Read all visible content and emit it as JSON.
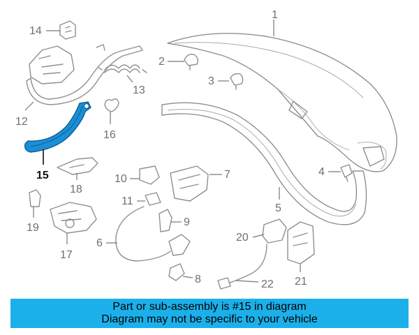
{
  "callouts": [
    {
      "id": "1",
      "label": "1"
    },
    {
      "id": "2",
      "label": "2"
    },
    {
      "id": "3",
      "label": "3"
    },
    {
      "id": "4",
      "label": "4"
    },
    {
      "id": "5",
      "label": "5"
    },
    {
      "id": "6",
      "label": "6"
    },
    {
      "id": "7",
      "label": "7"
    },
    {
      "id": "8",
      "label": "8"
    },
    {
      "id": "9",
      "label": "9"
    },
    {
      "id": "10",
      "label": "10"
    },
    {
      "id": "11",
      "label": "11"
    },
    {
      "id": "12",
      "label": "12"
    },
    {
      "id": "13",
      "label": "13"
    },
    {
      "id": "14",
      "label": "14"
    },
    {
      "id": "15",
      "label": "15"
    },
    {
      "id": "16",
      "label": "16"
    },
    {
      "id": "17",
      "label": "17"
    },
    {
      "id": "18",
      "label": "18"
    },
    {
      "id": "19",
      "label": "19"
    },
    {
      "id": "20",
      "label": "20"
    },
    {
      "id": "21",
      "label": "21"
    },
    {
      "id": "22",
      "label": "22"
    }
  ],
  "highlight": {
    "part": "15",
    "color": "#1b8fd6"
  },
  "banner": {
    "line1": "Part or sub-assembly is #15 in diagram",
    "line2": "Diagram may not be specific to your vehicle",
    "color": "#1bb0ea"
  }
}
